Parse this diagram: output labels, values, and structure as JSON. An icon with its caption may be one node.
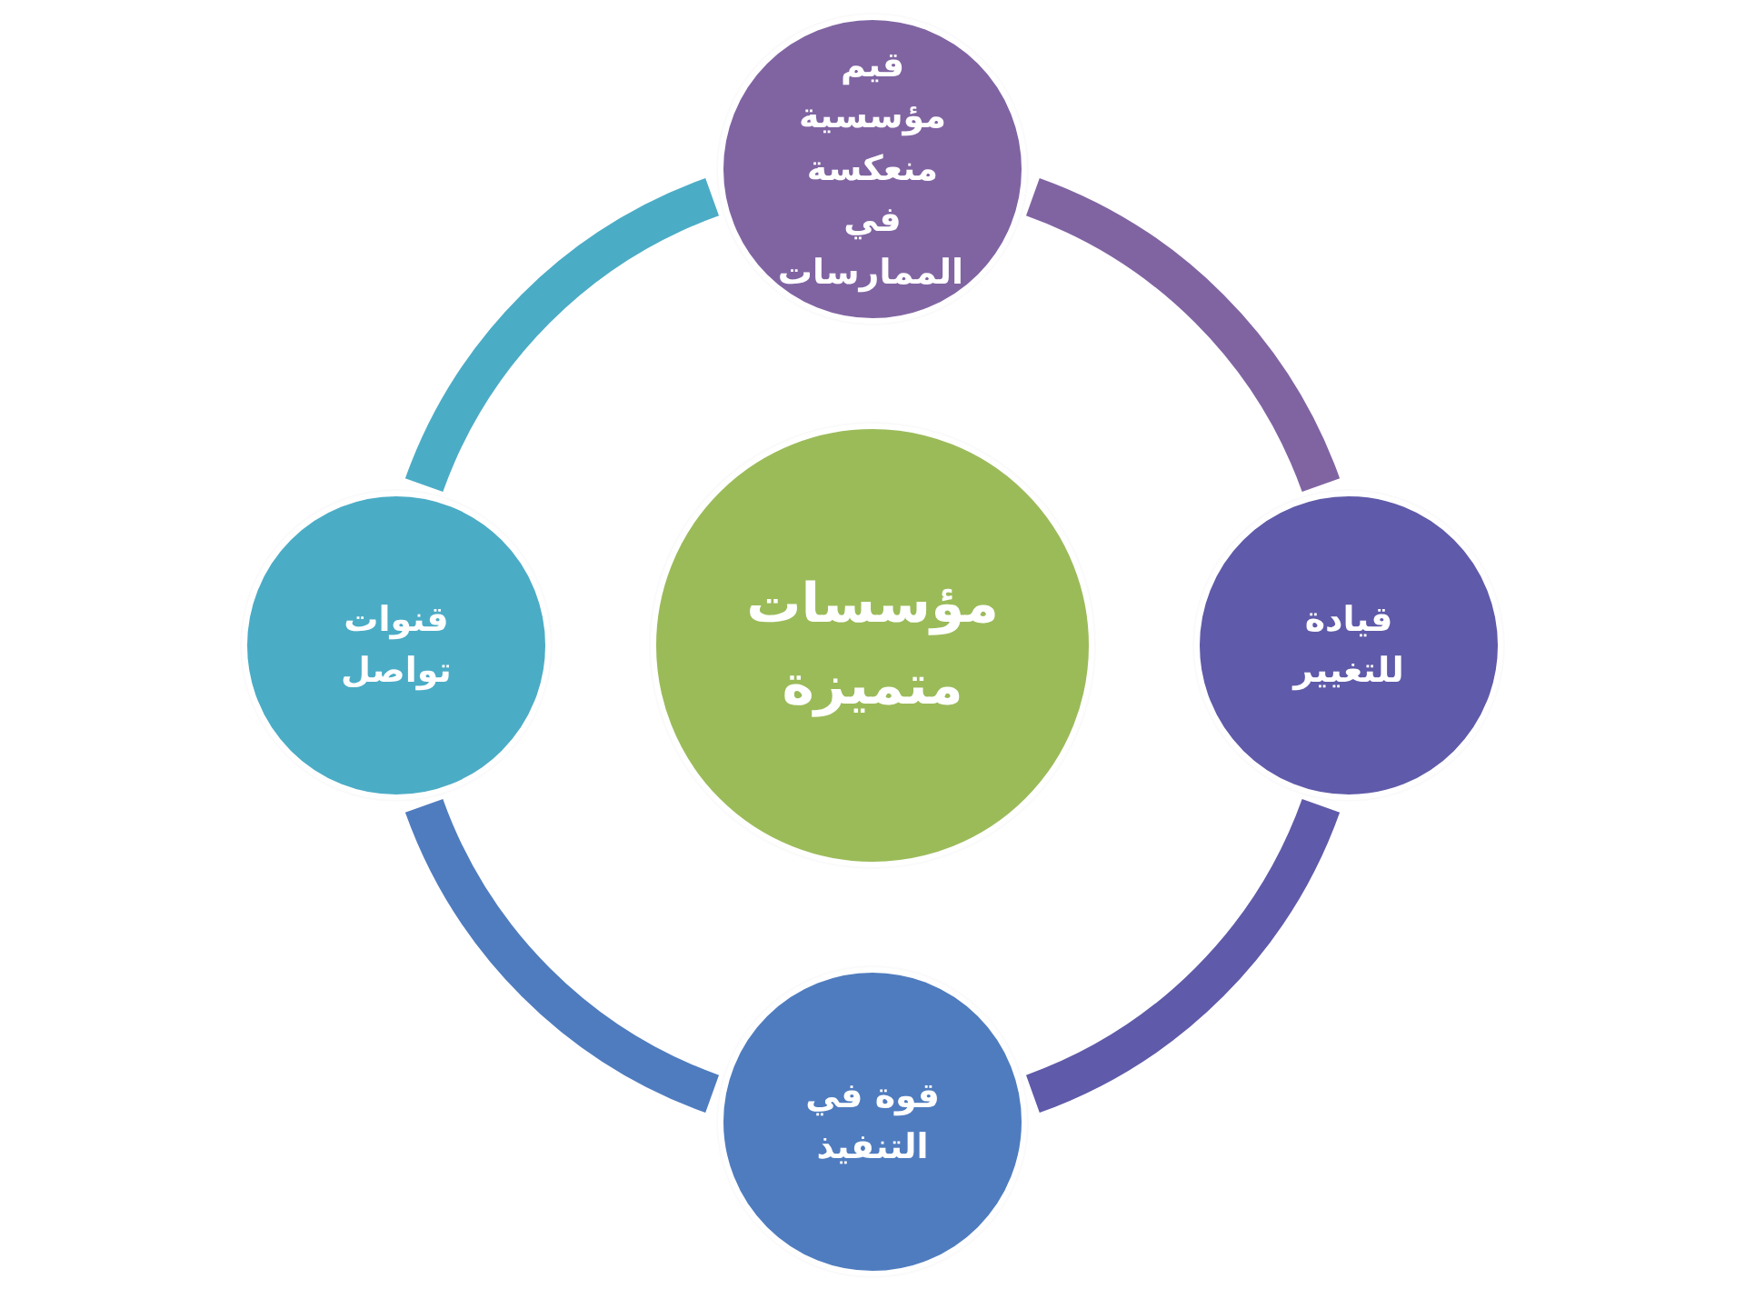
{
  "diagram": {
    "nodes": [
      {
        "text": [
          "مؤسسات متميزة"
        ]
      },
      {
        "text": [
          "قيم مؤسسية منعكسة في الممارسات"
        ]
      },
      {
        "text": [
          "قيادة للتغيير"
        ]
      },
      {
        "text": [
          "قوة في التنفيذ"
        ]
      },
      {
        "text": [
          "قنوات تواصل"
        ]
      }
    ],
    "edges": [
      {
        "from": 1,
        "to": 2,
        "arrow": "none",
        "color": "#8064a2"
      },
      {
        "from": 2,
        "to": 3,
        "arrow": "none",
        "color": "#5f5aa9"
      },
      {
        "from": 3,
        "to": 4,
        "arrow": "none",
        "color": "#4f7cbf"
      },
      {
        "from": 4,
        "to": 1,
        "arrow": "none",
        "color": "#4bacc6"
      }
    ]
  }
}
